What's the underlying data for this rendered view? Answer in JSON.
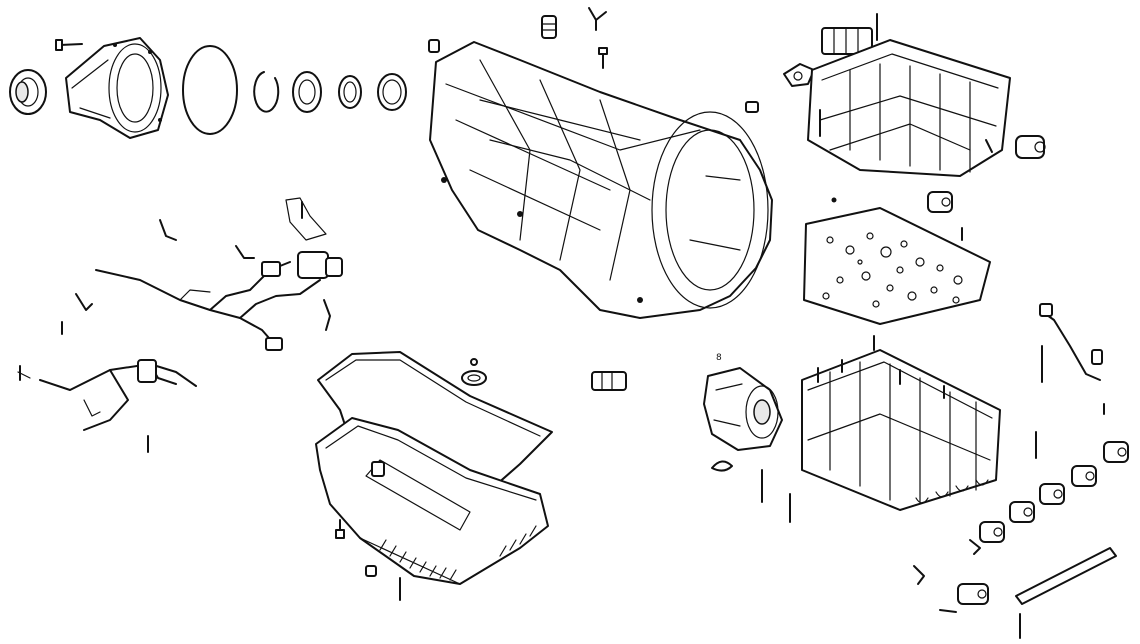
{
  "diagram": {
    "labels": {
      "part_number_small": "8"
    },
    "colors": {
      "ink": "#111111",
      "paper": "#ffffff"
    },
    "parts": [
      "rear-seal",
      "extension-housing",
      "o-ring",
      "snap-ring",
      "bearing",
      "bushing",
      "output-seal",
      "transmission-case",
      "upper-valve-body",
      "separator-plate",
      "lower-valve-body",
      "wiring-harness",
      "oil-pan",
      "pan-gasket",
      "pump-assembly",
      "solenoids",
      "sensors",
      "bolts"
    ]
  }
}
